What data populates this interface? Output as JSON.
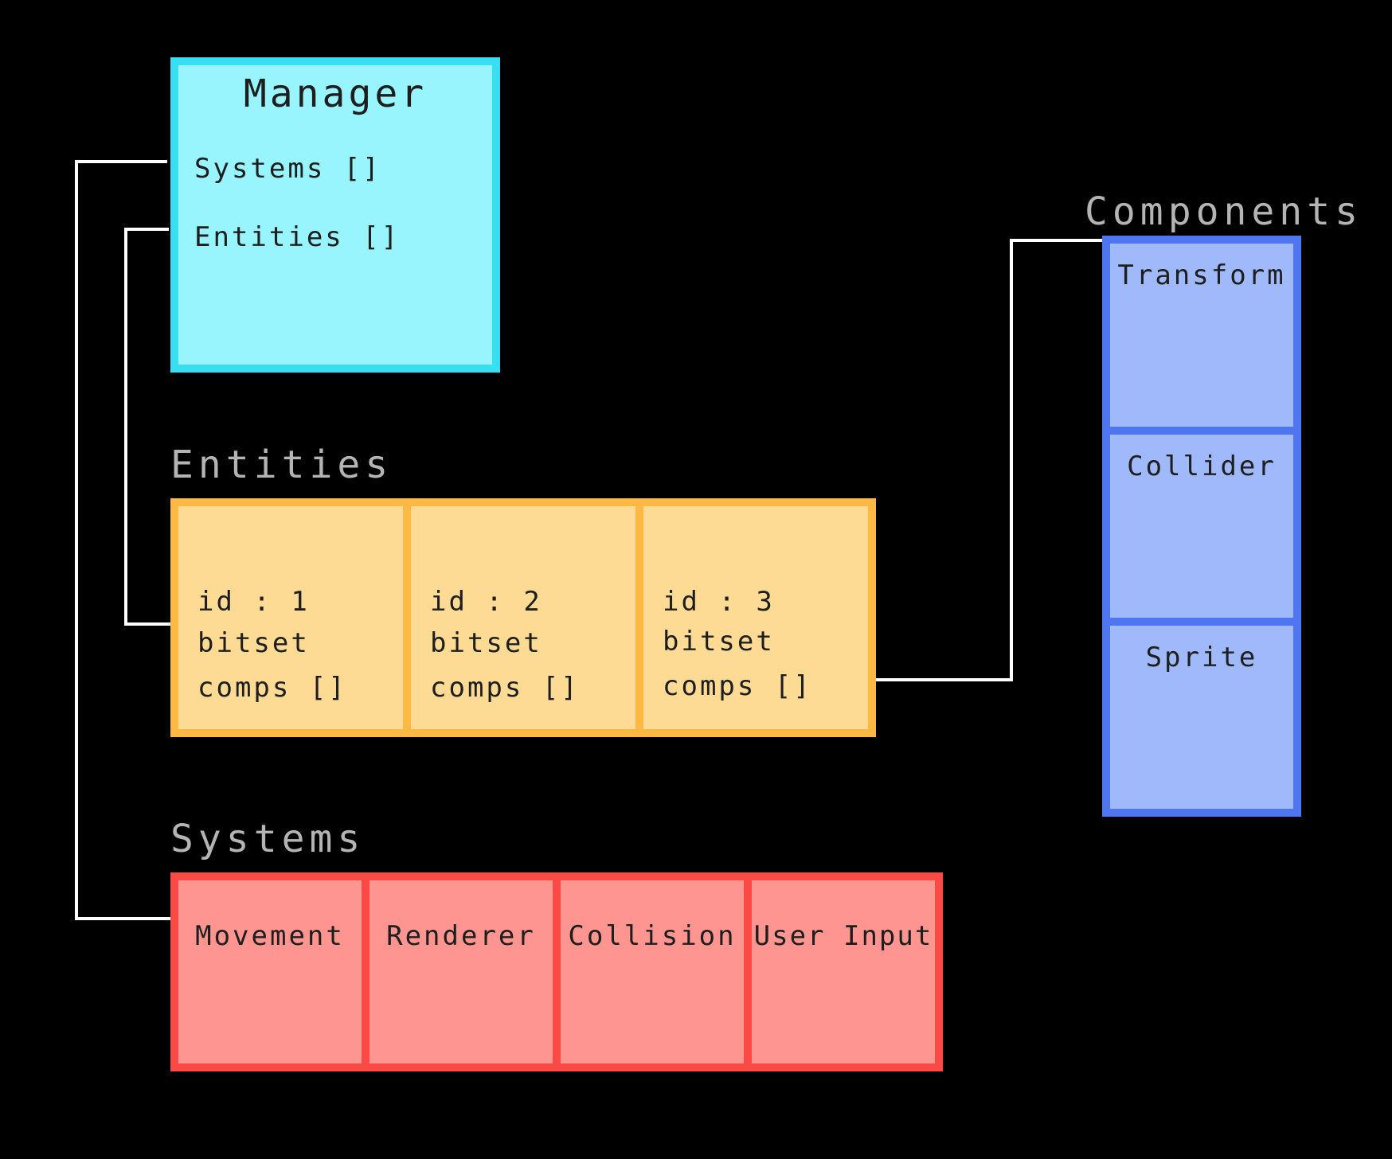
{
  "manager": {
    "title": "Manager",
    "systems_field": "Systems []",
    "entities_field": "Entities []"
  },
  "entities": {
    "label": "Entities",
    "items": [
      {
        "id": "id : 1",
        "bitset": "bitset",
        "comps": "comps []"
      },
      {
        "id": "id : 2",
        "bitset": "bitset",
        "comps": "comps []"
      },
      {
        "id": "id : 3",
        "bitset": "bitset",
        "comps": "comps []"
      }
    ]
  },
  "systems": {
    "label": "Systems",
    "items": [
      "Movement",
      "Renderer",
      "Collision",
      "User Input"
    ]
  },
  "components": {
    "label": "Components",
    "items": [
      "Transform",
      "Collider",
      "Sprite"
    ]
  },
  "colors": {
    "background": "#000000",
    "manager_fill": "#98f5fd",
    "manager_border": "#39dff1",
    "entities_fill": "#fedb95",
    "entities_border": "#fdb944",
    "systems_fill": "#fe9591",
    "systems_border": "#f94a45",
    "components_fill": "#a0b9fb",
    "components_border": "#4f76ef",
    "connector": "#ffffff",
    "section_label": "#b4b4b4"
  }
}
